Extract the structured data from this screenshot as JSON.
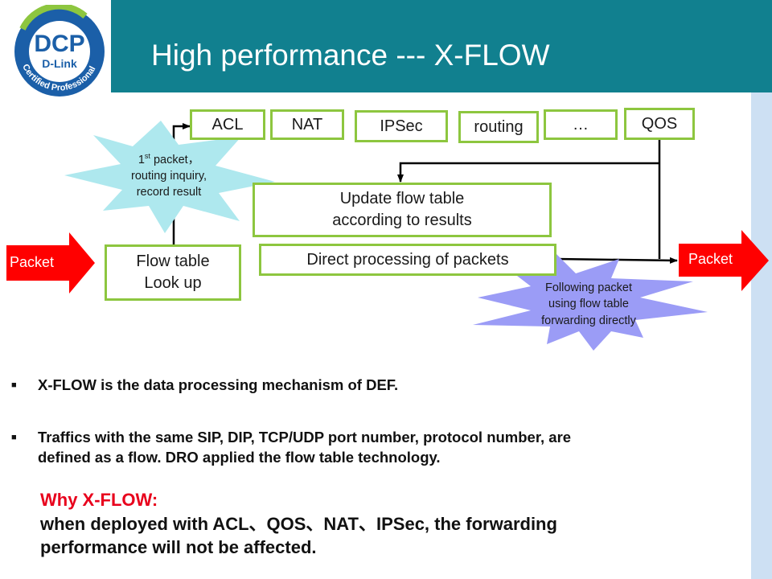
{
  "slide": {
    "title": "High performance --- X-FLOW",
    "logo": {
      "brand": "DCP",
      "company": "D-Link",
      "ring_text": "Certified Professional"
    }
  },
  "diagram": {
    "modules": [
      "ACL",
      "NAT",
      "IPSec",
      "routing",
      "…",
      "QOS"
    ],
    "update_box": {
      "line1": "Update flow table",
      "line2": "according to results"
    },
    "direct_box": "Direct processing of packets",
    "lookup_box": {
      "line1": "Flow table",
      "line2": "Look up"
    },
    "packet_in": "Packet",
    "packet_out": "Packet",
    "burst_first": {
      "ordinal": "1",
      "ordinal_suffix": "st",
      "line1_rest": "packet，",
      "line2": "routing inquiry,",
      "line3": "record result"
    },
    "burst_following": {
      "line1": "Following packet",
      "line2": "using flow table",
      "line3": "forwarding directly"
    }
  },
  "bullets": [
    "X-FLOW is the data processing mechanism of DEF.",
    {
      "line1": "Traffics with the same SIP, DIP, TCP/UDP port number,  protocol number, are",
      "line2": "defined as a flow. DRO applied the flow table technology."
    }
  ],
  "why": {
    "heading": "Why X-FLOW:",
    "line1": "when deployed with  ACL、QOS、NAT、IPSec, the forwarding",
    "line2": "performance will not be affected."
  },
  "colors": {
    "header": "#11808f",
    "box_border": "#8dc63f",
    "arrow": "#ff0000",
    "burst_cyan": "#aee8ee",
    "burst_violet": "#9b9cf6",
    "why_heading": "#e8001c"
  }
}
